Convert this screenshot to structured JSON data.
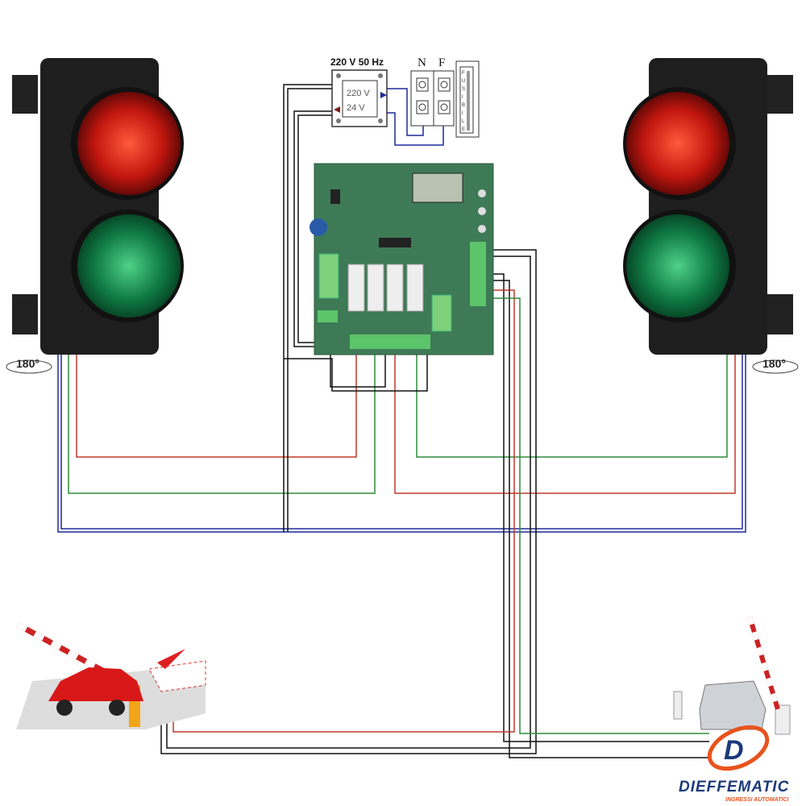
{
  "power": {
    "label": "220 V 50 Hz"
  },
  "transformer": {
    "primary": "220 V",
    "secondary": "24 V"
  },
  "terminals": {
    "neutral": "N",
    "phase": "F"
  },
  "fuse": {
    "letters": [
      "F",
      "U",
      "S",
      "I",
      "B",
      "I",
      "L",
      "E"
    ]
  },
  "traffic_lights": {
    "left": {
      "rotation": "180°"
    },
    "right": {
      "rotation": "180°"
    }
  },
  "brand": {
    "name": "DIEFFEMATIC",
    "tagline": "INGRESSI AUTOMATICI"
  },
  "colors": {
    "red_wire": "#c0392b",
    "green_wire": "#2e8b3a",
    "blue_wire": "#1f2a9a",
    "black_wire": "#111111",
    "board": "#3e7a56",
    "brand_blue": "#1b3a7a",
    "brand_orange": "#e8531d"
  }
}
